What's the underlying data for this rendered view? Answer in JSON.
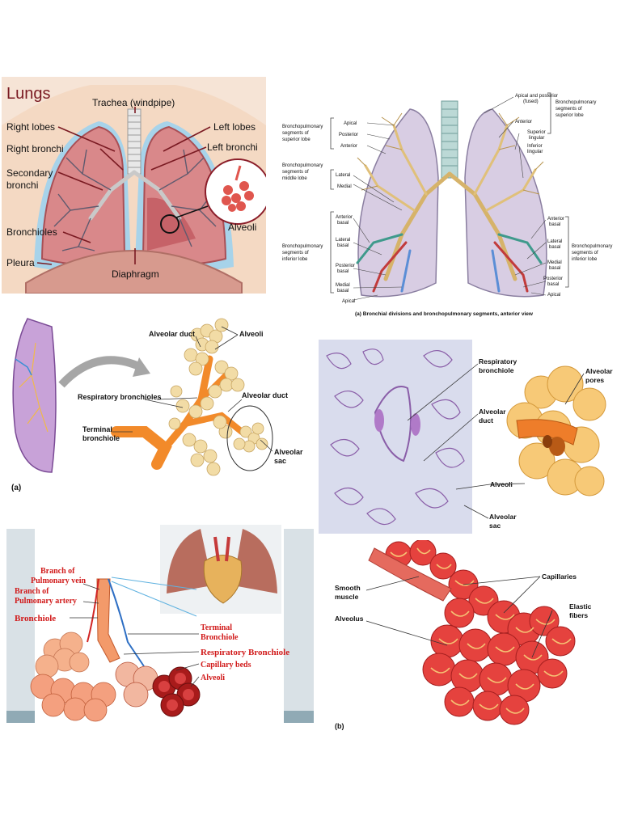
{
  "lungs_panel": {
    "title": "Lungs",
    "labels": {
      "trachea": "Trachea (windpipe)",
      "right_lobes": "Right lobes",
      "left_lobes": "Left lobes",
      "right_bronchi": "Right bronchi",
      "left_bronchi": "Left bronchi",
      "secondary_bronchi": "Secondary bronchi",
      "alveoli": "Alveoli",
      "bronchioles": "Bronchioles",
      "pleura": "Pleura",
      "diaphragm": "Diaphragm"
    }
  },
  "segments_panel": {
    "caption": "(a) Bronchial divisions and bronchopulmonary segments, anterior view",
    "left_labels": {
      "apical": "Apical",
      "posterior": "Posterior",
      "anterior": "Anterior",
      "superior_group": "Bronchopulmonary segments of superior lobe",
      "middle_group": "Bronchopulmonary segments of middle lobe",
      "lateral": "Lateral",
      "medial": "Medial",
      "anterior_basal": "Anterior basal",
      "lateral_basal": "Lateral basal",
      "posterior_basal": "Posterior basal",
      "medial_basal": "Medial basal",
      "inferior_group": "Bronchopulmonary segments of inferior lobe",
      "apical_bottom": "Apical"
    },
    "right_labels": {
      "apical_posterior": "Apical and posterior (fused)",
      "anterior": "Anterior",
      "superior_lingular": "Superior lingular",
      "inferior_lingular": "Inferior lingular",
      "superior_group": "Bronchopulmonary segments of superior lobe",
      "anterior_basal": "Anterior basal",
      "lateral_basal": "Lateral basal",
      "medial_basal": "Medial basal",
      "posterior_basal": "Posterior basal",
      "apical": "Apical",
      "inferior_group": "Bronchopulmonary segments of inferior lobe"
    }
  },
  "bronchiole_panel": {
    "part": "(a)",
    "labels": {
      "alveolar_duct_top": "Alveolar duct",
      "alveoli": "Alveoli",
      "respiratory_bronchioles": "Respiratory bronchioles",
      "alveolar_duct_right": "Alveolar duct",
      "terminal_bronchiole": "Terminal bronchiole",
      "alveolar_sac": "Alveolar sac"
    }
  },
  "histology_panel": {
    "labels": {
      "respiratory_bronchiole": "Respiratory bronchiole",
      "alveolar_pores": "Alveolar pores",
      "alveolar_duct": "Alveolar duct",
      "alveoli": "Alveoli",
      "alveolar_sac": "Alveolar sac"
    }
  },
  "vessels_panel": {
    "labels": {
      "pulmonary_vein": "Branch of Pulmonary vein",
      "pulmonary_artery": "Branch of Pulmonary artery",
      "bronchiole": "Bronchiole",
      "terminal_bronchiole": "Terminal Bronchiole",
      "respiratory_bronchiole": "Respiratory Bronchiole",
      "capillary_beds": "Capillary beds",
      "alveoli": "Alveoli"
    }
  },
  "capillary_panel": {
    "part": "(b)",
    "labels": {
      "smooth_muscle": "Smooth muscle",
      "capillaries": "Capillaries",
      "alveolus": "Alveolus",
      "elastic_fibers": "Elastic fibers"
    }
  }
}
